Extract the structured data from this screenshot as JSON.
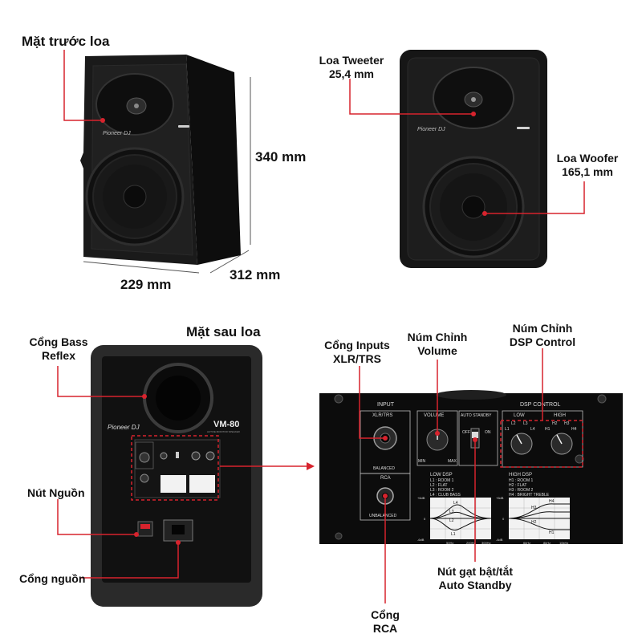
{
  "labels": {
    "front_title": "Mặt trước loa",
    "height": "340 mm",
    "width": "229 mm",
    "depth": "312 mm",
    "tweeter": "Loa Tweeter",
    "tweeter_size": "25,4 mm",
    "woofer": "Loa Woofer",
    "woofer_size": "165,1 mm",
    "back_title": "Mặt sau loa",
    "bass_reflex_1": "Cổng Bass",
    "bass_reflex_2": "Reflex",
    "power_button": "Nút Nguồn",
    "power_port": "Cổng nguồn",
    "inputs_1": "Cổng Inputs",
    "inputs_2": "XLR/TRS",
    "volume_1": "Núm Chỉnh",
    "volume_2": "Volume",
    "dsp_1": "Núm Chỉnh",
    "dsp_2": "DSP Control",
    "standby_1": "Nút gạt bật/tắt",
    "standby_2": "Auto Standby",
    "rca": "Cổng RCA"
  },
  "speaker": {
    "brand": "Pioneer DJ",
    "model": "VM-80",
    "model_sub": "ACTIVE MONITOR SPEAKER"
  },
  "panel": {
    "input_header": "INPUT",
    "xlr_label": "XLR/TRS",
    "balanced": "BALANCED",
    "rca_label": "RCA",
    "unbalanced": "UNBALANCED",
    "volume_label": "VOLUME",
    "min": "MIN",
    "max": "MAX",
    "standby_label": "AUTO STANDBY",
    "off": "OFF",
    "on": "ON",
    "dsp_header": "DSP CONTROL",
    "low": "LOW",
    "high": "HIGH",
    "l1": "L1",
    "l2": "L2",
    "l3": "L3",
    "l4": "L4",
    "h1": "H1",
    "h2": "H2",
    "h3": "H3",
    "h4": "H4",
    "low_dsp_title": "LOW DSP",
    "low_dsp_lines": [
      "L1 : ROOM 1",
      "L2 : FLAT",
      "L3 : ROOM 2",
      "L4 : CLUB BASS"
    ],
    "high_dsp_title": "HIGH DSP",
    "high_dsp_lines": [
      "H1 : ROOM 1",
      "H2 : FLAT",
      "H3 : ROOM 2",
      "H4 : BRIGHT TREBLE"
    ],
    "db_plus": "+6dB",
    "db_zero": "0",
    "db_minus": "-6dB",
    "low_ticks": [
      "50Hz",
      "200Hz",
      "300Hz"
    ],
    "high_ticks": [
      "6kHz",
      "8kHz",
      "10kHz"
    ]
  },
  "colors": {
    "accent_red": "#d7232d",
    "speaker_black": "#141414",
    "panel_black": "#0c0c0c"
  }
}
